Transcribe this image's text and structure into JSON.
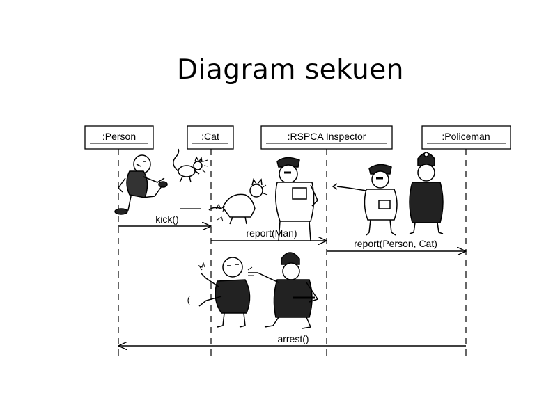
{
  "title": "Diagram sekuen",
  "participants": [
    {
      "id": "person",
      "label": ":Person"
    },
    {
      "id": "cat",
      "label": ":Cat"
    },
    {
      "id": "inspector",
      "label": ":RSPCA Inspector"
    },
    {
      "id": "policeman",
      "label": ":Policeman"
    }
  ],
  "messages": [
    {
      "id": "kick",
      "label": "kick()",
      "from": "person",
      "to": "cat"
    },
    {
      "id": "report-man",
      "label": "report(Man)",
      "from": "cat",
      "to": "inspector"
    },
    {
      "id": "report-person-cat",
      "label": "report(Person, Cat)",
      "from": "inspector",
      "to": "policeman"
    },
    {
      "id": "arrest",
      "label": "arrest()",
      "from": "policeman",
      "to": "person"
    }
  ],
  "illustrations": [
    {
      "id": "man-kicking-cat",
      "icon": "man-kicking-cat-illustration"
    },
    {
      "id": "cat-reporting",
      "icon": "cat-reporting-illustration"
    },
    {
      "id": "inspector-reporting",
      "icon": "inspector-pointing-illustration"
    },
    {
      "id": "arrest-scene",
      "icon": "policeman-arresting-man-illustration"
    }
  ]
}
